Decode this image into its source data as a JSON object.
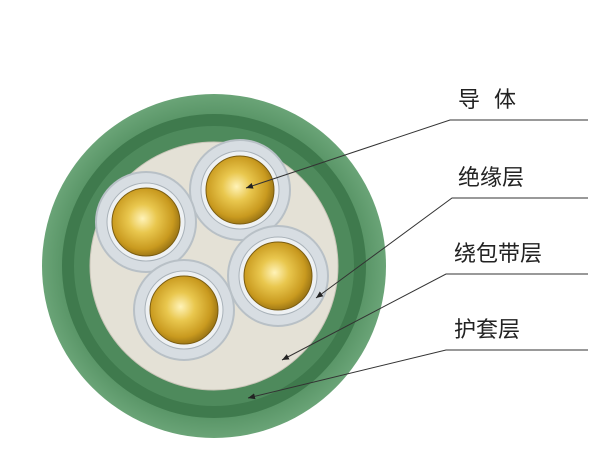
{
  "labels": {
    "conductor": "导  体",
    "insulation": "绝缘层",
    "wrapping_tape": "绕包带层",
    "sheath": "护套层"
  },
  "colors": {
    "outer_sheath": "#5f9a6c",
    "inner_band": "#3f7a4d",
    "filler": "#e4e1d6",
    "insulation": "#d7dde2",
    "conductor_gold": "#d8b43a",
    "leader_line": "#333333"
  },
  "conductor_count": 4
}
